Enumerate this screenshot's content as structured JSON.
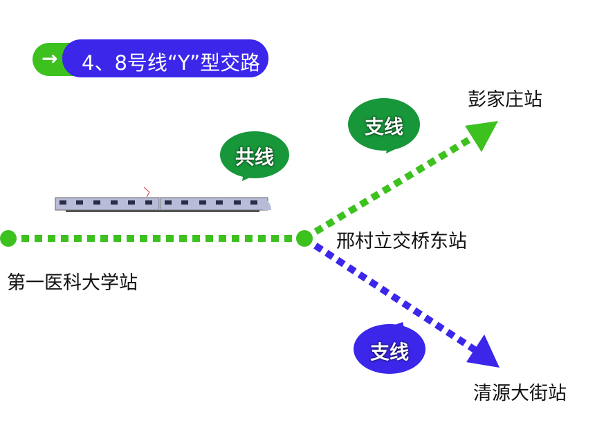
{
  "title": "4、8号线“Y”型交路",
  "arrow_icon": "→",
  "bubbles": {
    "shared": "共线",
    "branch_top": "支线",
    "branch_bottom": "支线"
  },
  "stations": {
    "start": "第一医科大学站",
    "junction": "邢村立交桥东站",
    "north_end": "彭家庄站",
    "south_end": "清源大街站"
  },
  "colors": {
    "green": "#3dc11e",
    "blue": "#3b26ea",
    "bubble_green": "#17963a"
  }
}
